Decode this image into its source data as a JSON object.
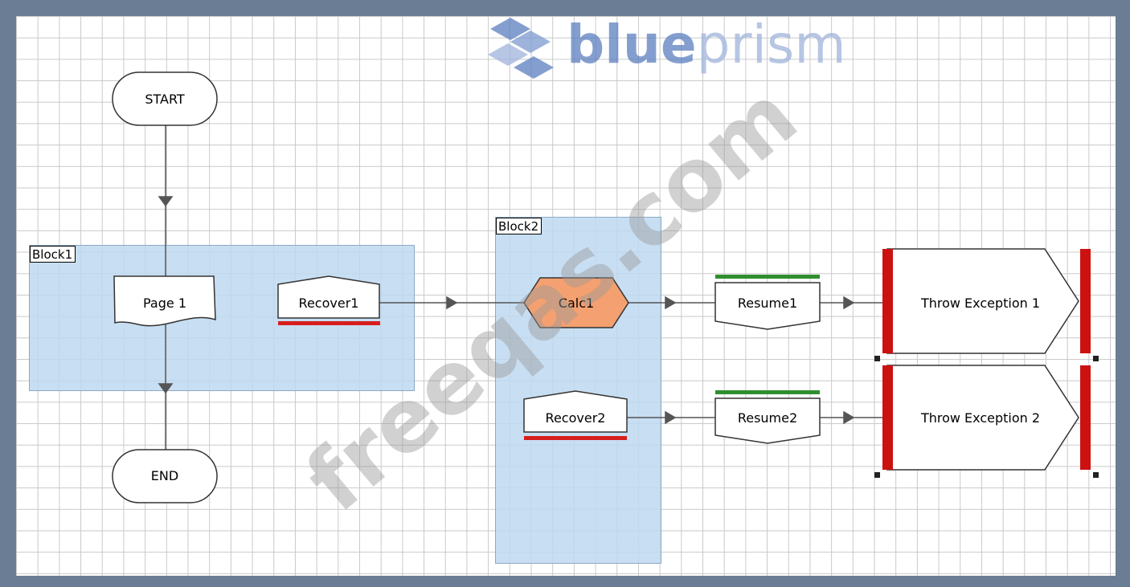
{
  "watermark": {
    "logo_text_bold": "blue",
    "logo_text_light": "prism",
    "diagonal_text": "freeqas.com"
  },
  "blocks": {
    "block1": "Block1",
    "block2": "Block2"
  },
  "nodes": {
    "start": "START",
    "page1": "Page 1",
    "recover1": "Recover1",
    "end": "END",
    "calc1": "Calc1",
    "recover2": "Recover2",
    "resume1": "Resume1",
    "resume2": "Resume2",
    "throw1": "Throw Exception 1",
    "throw2": "Throw Exception 2"
  },
  "colors": {
    "block_fill": "#bed8f0",
    "calc_fill": "#f4a070",
    "recover_underline": "#d81e1e",
    "resume_overline": "#2f8f2f",
    "exception_bar": "#cc1111",
    "connector": "#555555"
  }
}
